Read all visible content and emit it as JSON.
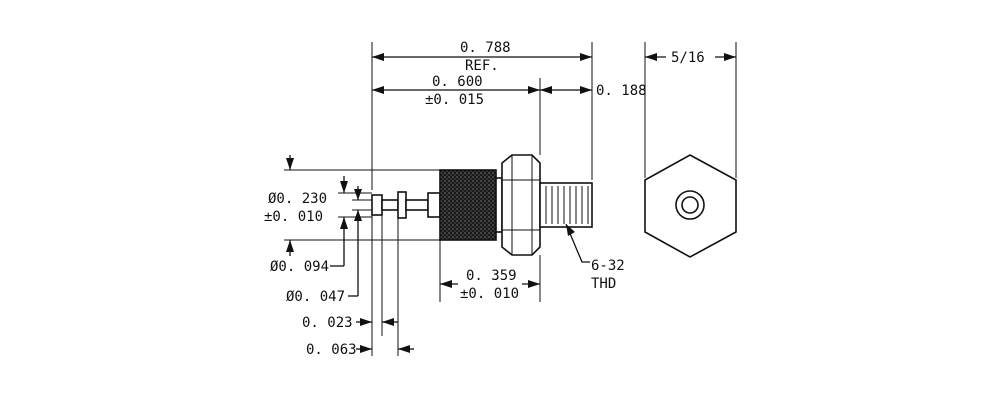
{
  "dimensions": {
    "overall_length": "0. 788",
    "overall_length_note": "REF.",
    "body_length": "0. 600",
    "body_length_tol": "±0. 015",
    "thread_length": "0. 188",
    "hex_across_flats": "5/16",
    "outer_diameter": "Ø0. 230",
    "outer_diameter_tol": "±0. 010",
    "pin_diameter": "Ø0. 094",
    "tip_diameter": "Ø0. 047",
    "knurl_length": "0. 359",
    "knurl_length_tol": "±0. 010",
    "thread_spec": "6-32",
    "thread_note": "THD",
    "groove_width": "0. 023",
    "groove_offset": "0. 063"
  }
}
